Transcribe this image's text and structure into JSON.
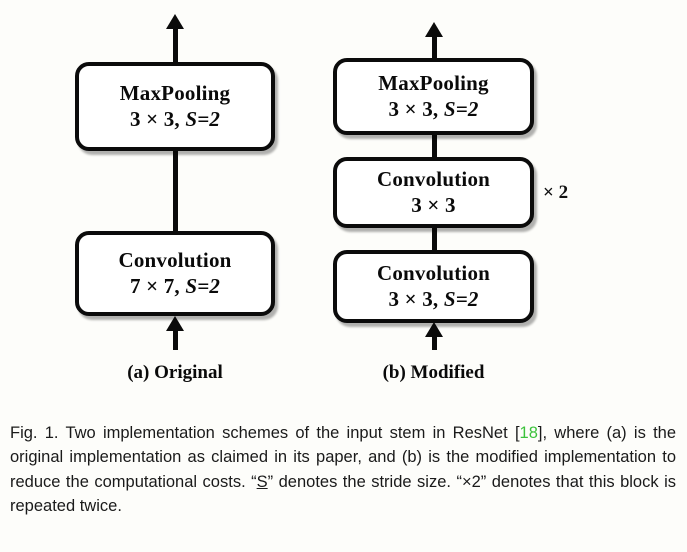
{
  "figure": {
    "label": "Fig. 1.",
    "caption_parts": {
      "p1": "Fig. 1. Two implementation schemes of the input stem in ResNet [",
      "cite": "18",
      "p2": "], where (a) is the original implementation as claimed in its paper, and (b) is the modified implementation to reduce the computational costs. “",
      "underlined": "S",
      "p3": "” denotes the stride size. “×2” denotes that this block is repeated twice."
    },
    "caption_plain": "Fig. 1. Two implementation schemes of the input stem in ResNet [18], where (a) is the original implementation as claimed in its paper, and (b) is the modified implementation to reduce the computational costs. “S” denotes the stride size. “×2” denotes that this block is repeated twice."
  },
  "diagrams": {
    "original": {
      "caption": "(a) Original",
      "blocks": [
        {
          "name": "maxpooling",
          "line1": "MaxPooling",
          "line2_kernel": "3 × 3,",
          "line2_stride": "S=2"
        },
        {
          "name": "convolution",
          "line1": "Convolution",
          "line2_kernel": "7 × 7,",
          "line2_stride": "S=2"
        }
      ]
    },
    "modified": {
      "caption": "(b) Modified",
      "repeat_label": "× 2",
      "blocks": [
        {
          "name": "maxpooling",
          "line1": "MaxPooling",
          "line2_kernel": "3 × 3,",
          "line2_stride": "S=2"
        },
        {
          "name": "convolution-3x3",
          "line1": "Convolution",
          "line2_kernel": "3 × 3",
          "line2_stride": ""
        },
        {
          "name": "convolution-3x3-s2",
          "line1": "Convolution",
          "line2_kernel": "3 × 3,",
          "line2_stride": "S=2"
        }
      ]
    }
  },
  "colors": {
    "background": "#fdfdfa",
    "stroke": "#0b0b0b",
    "box_fill": "#ffffff",
    "citation": "#3cc23c",
    "text": "#0a0a0a"
  }
}
